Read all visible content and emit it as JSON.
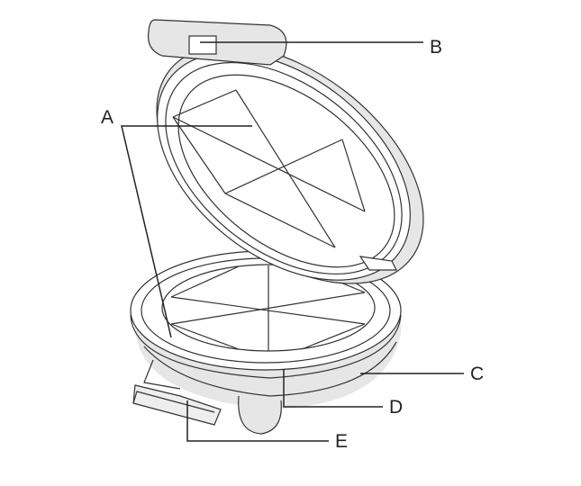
{
  "diagram": {
    "labels": {
      "A": "A",
      "B": "B",
      "C": "C",
      "D": "D",
      "E": "E"
    },
    "colors": {
      "line": "#333333",
      "shade": "#e6e6e6"
    }
  }
}
